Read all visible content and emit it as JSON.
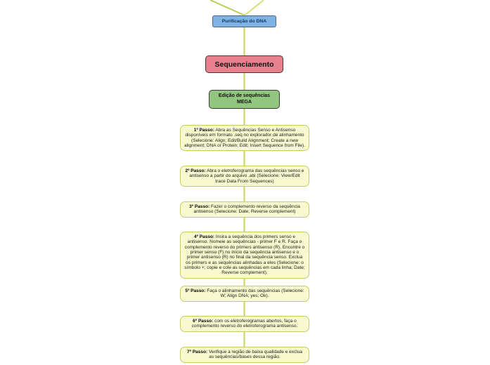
{
  "diagram": {
    "purificacao_label": "Purificação do DNA",
    "sequenciamento_label": "Sequenciamento",
    "edicao_label_line1": "Edição de sequências",
    "edicao_label_line2": "MEGA"
  },
  "steps": [
    {
      "title": "1º Passo:",
      "text": " Abra as Sequências Senso e Antisenso disponíveis em formato .seq no explorador de alinhamento (Selecione: Align; Edit/Build Alignment; Create a new alignment; DNA or Protein; Edit; Insert Sequence from File)."
    },
    {
      "title": "2º Passo:",
      "text": " Abra o eletroferograma das sequências senso e antisenso a partir do arquivo .abi (Selecione: View/Edit trace Data From Sequences)"
    },
    {
      "title": "3º Passo:",
      "text": " Fazer o complemento reverso da sequência antisenso (Selecione: Date; Reverse complement)"
    },
    {
      "title": "4º Passo:",
      "text": " Insira a sequência dos primers senso e antisenso. Nomeie as sequências - primer F e R. Faça o complemento reverso do primers antisenso (R). Encontre o primer senso (F) no início da sequência antisenso e o primer antisenso (R) no final da sequência senso. Exclua os primers e as sequências alinhadas a eles (Selecione: o símbolo +; copie e cole as sequências em cada linha; Date; Reverse complement)."
    },
    {
      "title": "5º Passo:",
      "text": " Faça o alinhamento das sequências (Selecione: W; Align DNA; yes; Ok)."
    },
    {
      "title": "6º Passo:",
      "text": " com os eletroferogramas abertos, faça o complemento reverso do eletroferograma antisenso."
    },
    {
      "title": "7º Passo:",
      "text": " Verifique a região de baixa qualidade e exclua as sequências/bases dessa região."
    }
  ],
  "colors": {
    "blue_node_fill": "#7FB2E5",
    "pink_node_fill": "#E8808D",
    "green_node_fill": "#92C57E",
    "step_fill": "#F9F9CF",
    "step_border": "#C5CC67",
    "connector_green": "#B8CC55",
    "connector_yellow": "#D9DC6E"
  }
}
